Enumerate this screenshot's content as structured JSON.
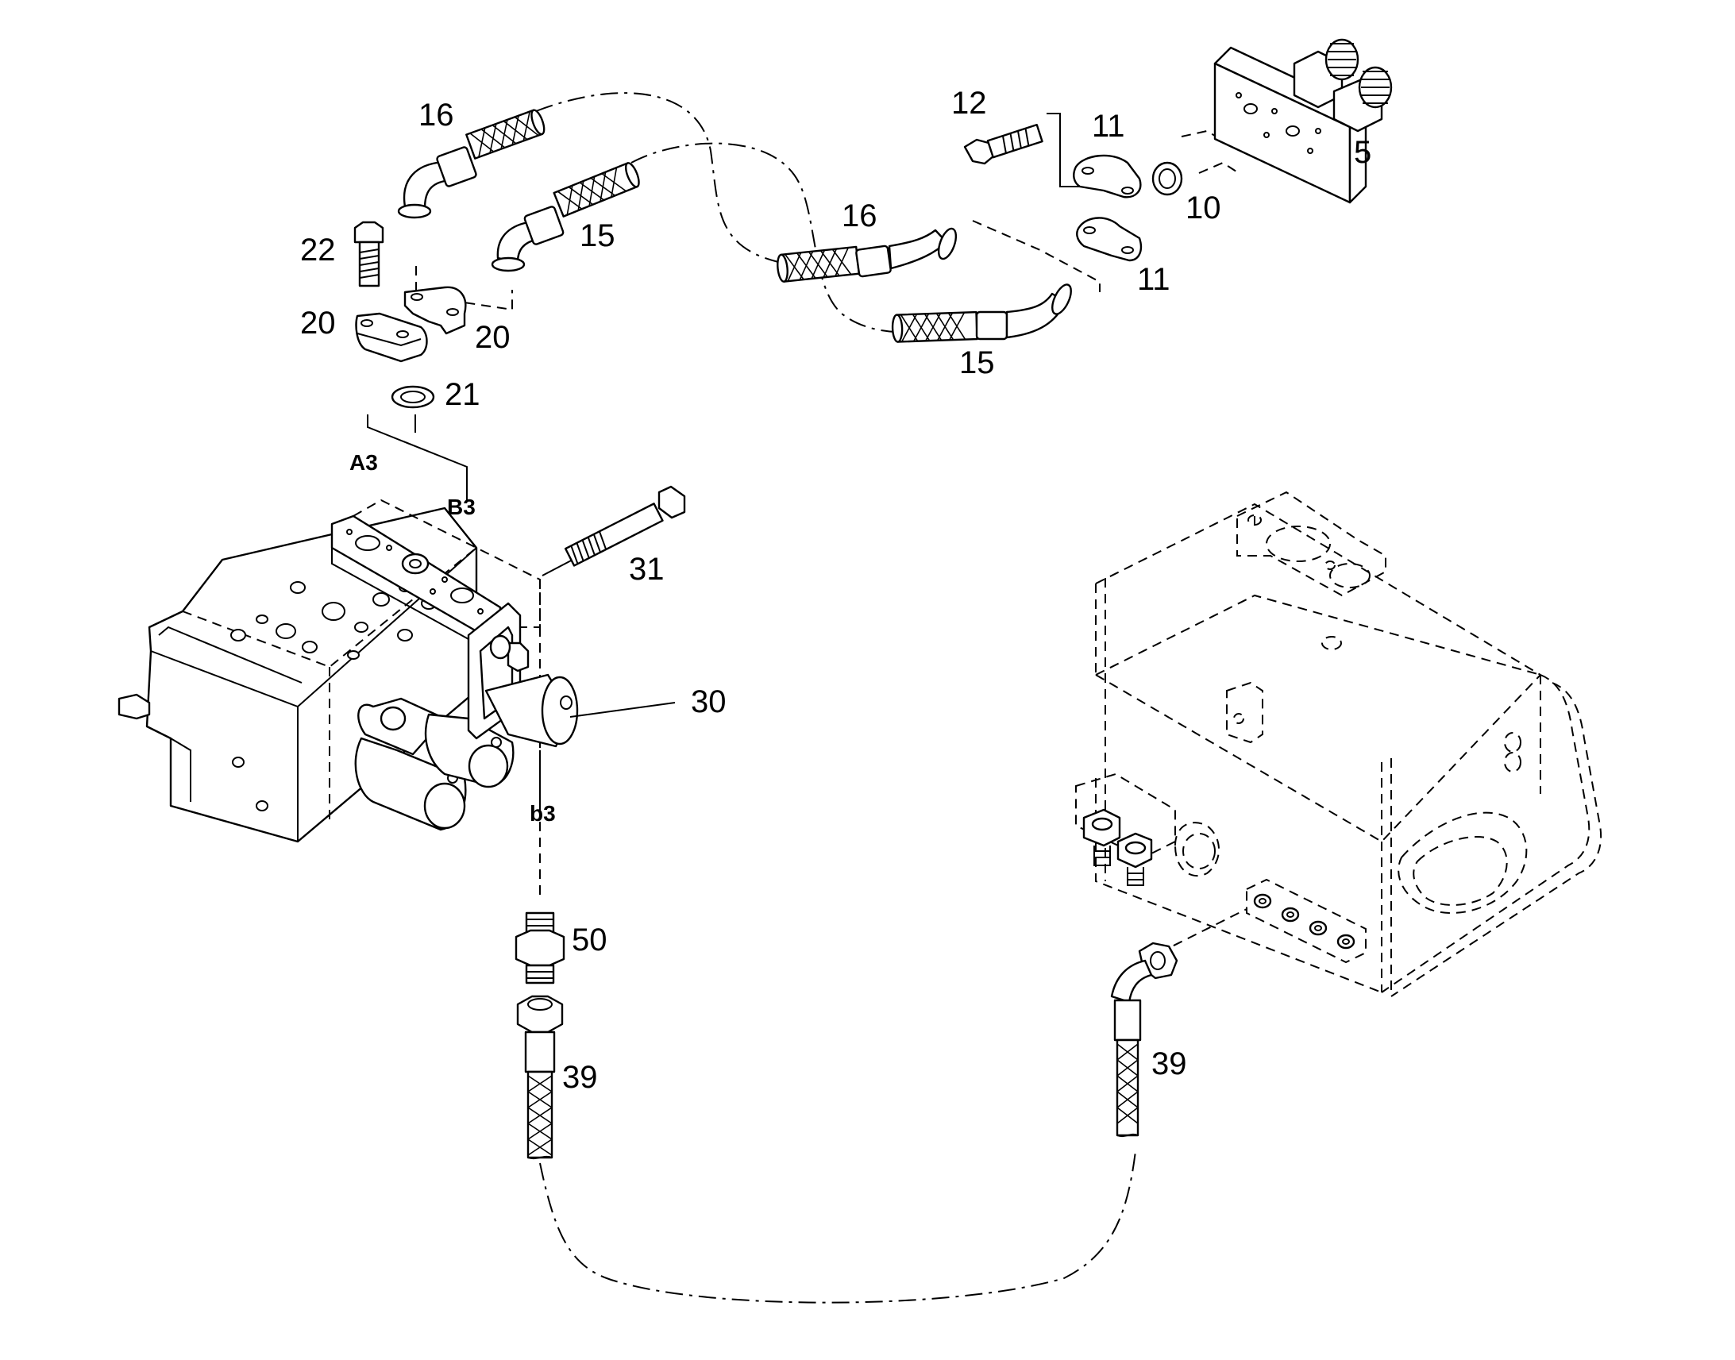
{
  "callouts": {
    "c16a": "16",
    "c15a": "15",
    "c22": "22",
    "c20a": "20",
    "c20b": "20",
    "c21": "21",
    "c12": "12",
    "c11a": "11",
    "c11b": "11",
    "c5": "5",
    "c10": "10",
    "c16b": "16",
    "c15b": "15",
    "c31": "31",
    "c30": "30",
    "c50": "50",
    "c39a": "39",
    "c39b": "39"
  },
  "ports": {
    "a3": "A3",
    "b3": "B3",
    "b3_lower": "b3"
  }
}
